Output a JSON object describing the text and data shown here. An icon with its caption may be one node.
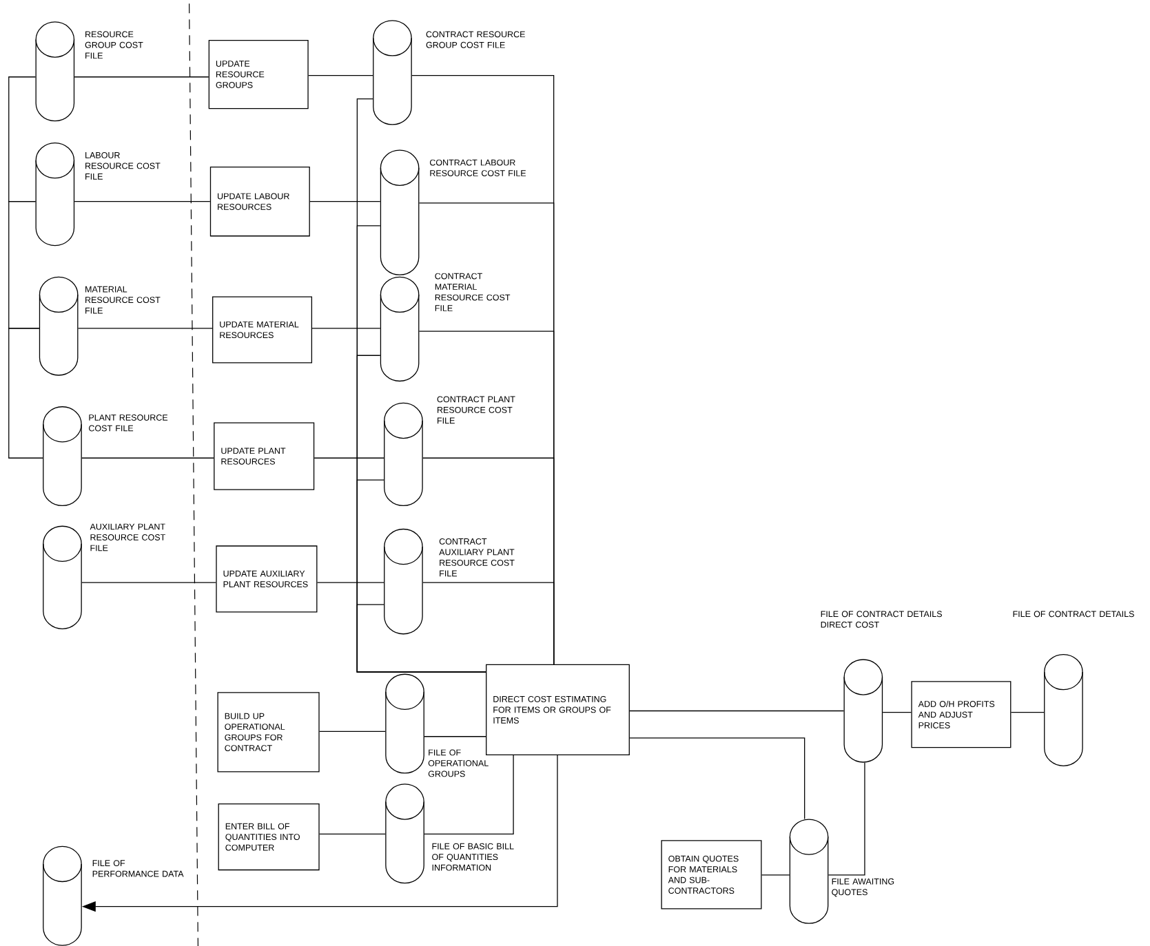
{
  "diagram": {
    "nodes": [
      {
        "text": [
          "RESOURCE GROUP COST FILE"
        ]
      },
      {
        "text": [
          "UPDATE RESOURCE GROUPS"
        ]
      },
      {
        "text": [
          "CONTRACT RESOURCE GROUP COST FILE"
        ]
      },
      {
        "text": [
          "LABOUR RESOURCE COST FILE"
        ]
      },
      {
        "text": [
          "UPDATE LABOUR RESOURCES"
        ]
      },
      {
        "text": [
          "CONTRACT LABOUR RESOURCE COST FILE"
        ]
      },
      {
        "text": [
          "MATERIAL RESOURCE COST FILE"
        ]
      },
      {
        "text": [
          "UPDATE MATERIAL RESOURCES"
        ]
      },
      {
        "text": [
          "CONTRACT MATERIAL RESOURCE COST FILE"
        ]
      },
      {
        "text": [
          "PLANT RESOURCE COST FILE"
        ]
      },
      {
        "text": [
          "UPDATE PLANT RESOURCES"
        ]
      },
      {
        "text": [
          "CONTRACT PLANT RESOURCE COST FILE"
        ]
      },
      {
        "text": [
          "AUXILIARY PLANT RESOURCE COST FILE"
        ]
      },
      {
        "text": [
          "UPDATE AUXILIARY PLANT RESOURCES"
        ]
      },
      {
        "text": [
          "CONTRACT AUXILIARY PLANT RESOURCE COST FILE"
        ]
      },
      {
        "text": [
          "BUILD UP OPERATIONAL GROUPS FOR CONTRACT"
        ]
      },
      {
        "text": [
          "FILE OF OPERATIONAL GROUPS"
        ]
      },
      {
        "text": [
          "DIRECT COST ESTIMATING FOR ITEMS OR GROUPS OF ITEMS"
        ]
      },
      {
        "text": [
          "ENTER BILL OF QUANTITIES INTO COMPUTER"
        ]
      },
      {
        "text": [
          "FILE OF BASIC BILL OF QUANTITIES INFORMATION"
        ]
      },
      {
        "text": [
          "FILE OF PERFORMANCE DATA"
        ]
      },
      {
        "text": [
          "FILE OF CONTRACT DETAILS DIRECT COST"
        ]
      },
      {
        "text": [
          "ADD O/H PROFITS AND ADJUST PRICES"
        ]
      },
      {
        "text": [
          "FILE OF CONTRACT DETAILS"
        ]
      },
      {
        "text": [
          "OBTAIN QUOTES FOR MATERIALS AND SUB-CONTRACTORS"
        ]
      },
      {
        "text": [
          "FILE AWAITING QUOTES"
        ]
      }
    ],
    "edges": [
      {
        "from": 0,
        "to": 1,
        "arrow": "none"
      },
      {
        "from": 1,
        "to": 2,
        "arrow": "none"
      },
      {
        "from": 3,
        "to": 4,
        "arrow": "none"
      },
      {
        "from": 4,
        "to": 5,
        "arrow": "none"
      },
      {
        "from": 6,
        "to": 7,
        "arrow": "none"
      },
      {
        "from": 7,
        "to": 8,
        "arrow": "none"
      },
      {
        "from": 9,
        "to": 10,
        "arrow": "none"
      },
      {
        "from": 10,
        "to": 11,
        "arrow": "none"
      },
      {
        "from": 12,
        "to": 13,
        "arrow": "none"
      },
      {
        "from": 13,
        "to": 14,
        "arrow": "none"
      },
      {
        "from": 0,
        "to": 3,
        "arrow": "none"
      },
      {
        "from": 3,
        "to": 6,
        "arrow": "none"
      },
      {
        "from": 6,
        "to": 9,
        "arrow": "none"
      },
      {
        "from": 15,
        "to": 16,
        "arrow": "none"
      },
      {
        "from": 16,
        "to": 17,
        "arrow": "none"
      },
      {
        "from": 18,
        "to": 19,
        "arrow": "none"
      },
      {
        "from": 19,
        "to": 17,
        "arrow": "none"
      },
      {
        "from": 2,
        "to": 17,
        "arrow": "none"
      },
      {
        "from": 5,
        "to": 17,
        "arrow": "none"
      },
      {
        "from": 8,
        "to": 17,
        "arrow": "none"
      },
      {
        "from": 11,
        "to": 17,
        "arrow": "none"
      },
      {
        "from": 14,
        "to": 17,
        "arrow": "none"
      },
      {
        "from": 2,
        "to": 17,
        "arrow": "none"
      },
      {
        "from": 5,
        "to": 17,
        "arrow": "none"
      },
      {
        "from": 8,
        "to": 17,
        "arrow": "none"
      },
      {
        "from": 11,
        "to": 17,
        "arrow": "none"
      },
      {
        "from": 14,
        "to": 17,
        "arrow": "none"
      },
      {
        "from": 17,
        "to": 20,
        "arrow": "to"
      },
      {
        "from": 17,
        "to": 21,
        "arrow": "none"
      },
      {
        "from": 17,
        "to": 25,
        "arrow": "none"
      },
      {
        "from": 25,
        "to": 21,
        "arrow": "none"
      },
      {
        "from": 24,
        "to": 25,
        "arrow": "none"
      },
      {
        "from": 21,
        "to": 22,
        "arrow": "none"
      },
      {
        "from": 22,
        "to": 23,
        "arrow": "none"
      }
    ]
  }
}
